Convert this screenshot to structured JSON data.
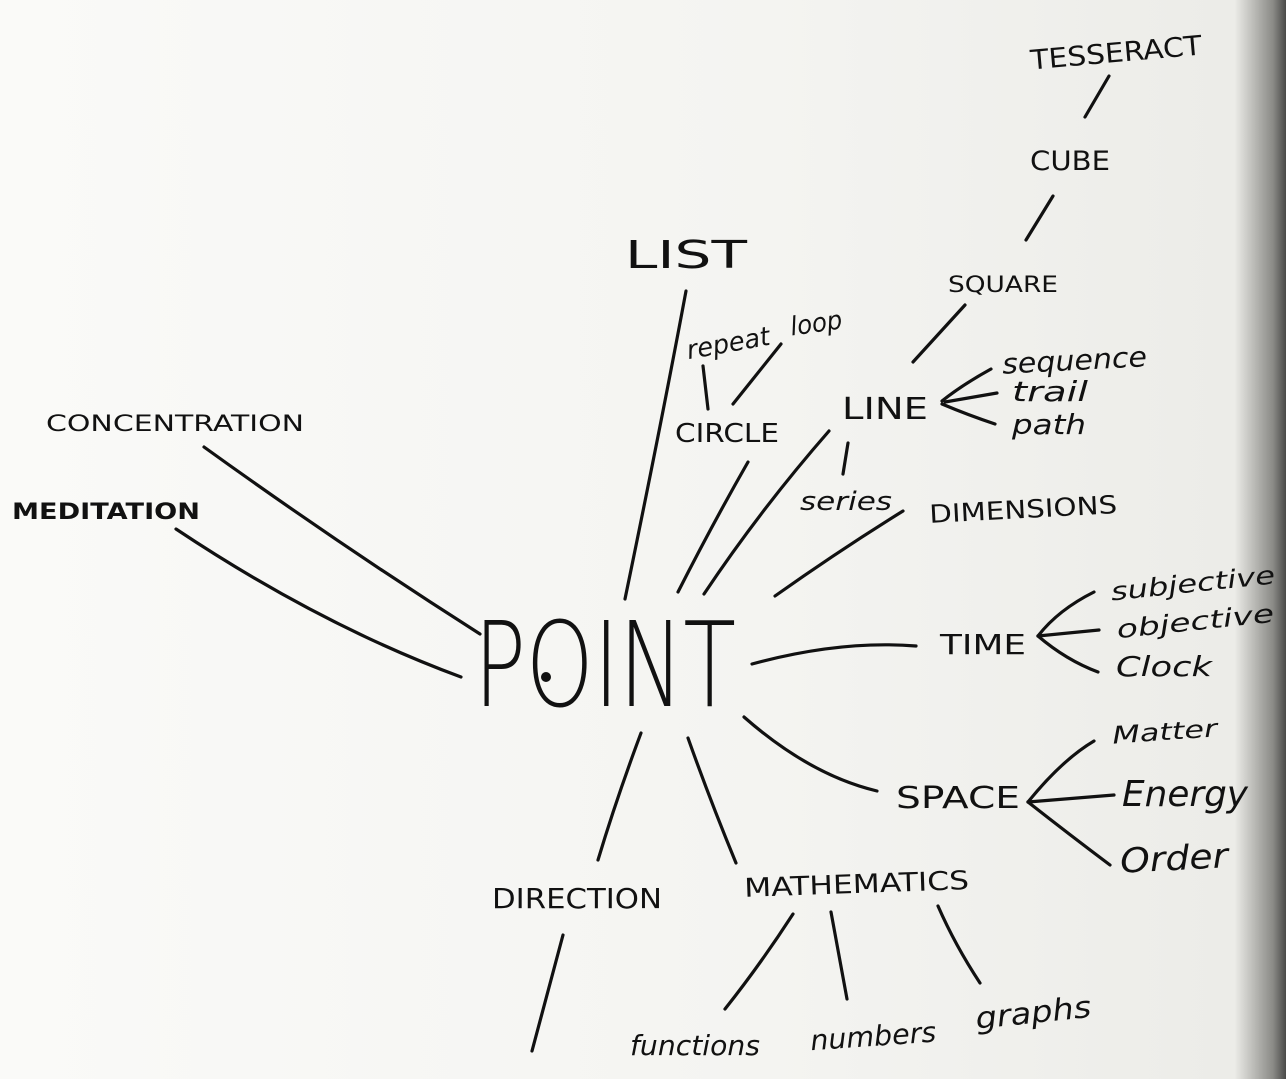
{
  "diagram": {
    "center": "POINT",
    "labels": {
      "tesseract": "TESSERACT",
      "cube": "CUBE",
      "square": "SQUARE",
      "list": "LIST",
      "repeat": "repeat",
      "loop": "loop",
      "circle": "CIRCLE",
      "line": "LINE",
      "sequence": "sequence",
      "trail": "trail",
      "path": "path",
      "series": "series",
      "dimensions": "DIMENSIONS",
      "concentration": "CONCENTRATION",
      "meditation": "MEDITATION",
      "time": "TIME",
      "subjective": "subjective",
      "objective": "objective",
      "clock": "Clock",
      "space": "SPACE",
      "matter": "Matter",
      "energy": "Energy",
      "order": "Order",
      "direction": "DIRECTION",
      "mathematics": "MATHEMATICS",
      "functions": "functions",
      "numbers": "numbers",
      "graphs": "graphs"
    }
  }
}
